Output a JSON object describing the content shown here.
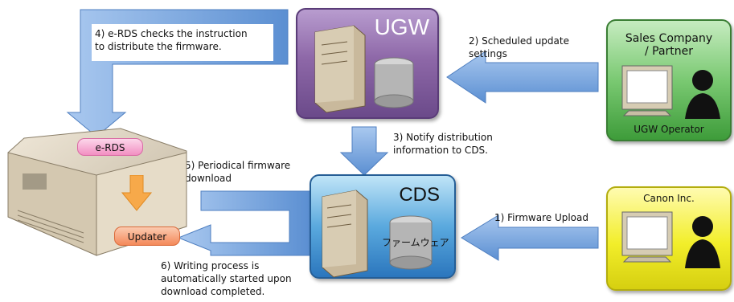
{
  "nodes": {
    "ugw": {
      "title": "UGW"
    },
    "cds": {
      "title": "CDS",
      "db_label": "ファームウェア"
    },
    "sales": {
      "title_line1": "Sales Company",
      "title_line2": "/ Partner",
      "role": "UGW Operator"
    },
    "canon": {
      "title": "Canon Inc."
    },
    "device": {
      "erds_label": "e-RDS",
      "updater_label": "Updater"
    }
  },
  "steps": {
    "step1": "1) Firmware Upload",
    "step2_line1": "2) Scheduled update",
    "step2_line2": "settings",
    "step3_line1": "3) Notify distribution",
    "step3_line2": "information to CDS.",
    "step4_line1": "4) e-RDS checks the instruction",
    "step4_line2": "to distribute the firmware.",
    "step5_line1": "5) Periodical firmware",
    "step5_line2": "download",
    "step6_line1": "6) Writing process is",
    "step6_line2": "automatically started upon",
    "step6_line3": "download completed."
  },
  "colors": {
    "arrow_blue": "#6f9fd8",
    "ugw_purple": "#8e68a8",
    "cds_blue": "#3a8fd0",
    "sales_green": "#5cb85c",
    "canon_yellow": "#f2ee2a",
    "erds_pink": "#f5a8cf",
    "updater_orange": "#f6a070"
  }
}
